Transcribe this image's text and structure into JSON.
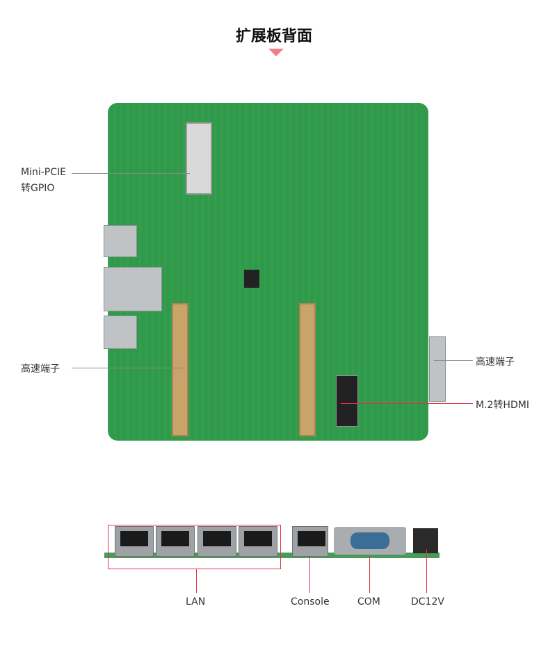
{
  "title": "扩展板背面",
  "colors": {
    "accent": "#ef7f86",
    "callout_line": "#e0344b",
    "board": "#2f9a4a"
  },
  "top_labels": {
    "mini_pcie_line1": "Mini-PCIE",
    "mini_pcie_line2": "转GPIO",
    "hs_left": "高速端子",
    "hs_right": "高速端子",
    "m2": "M.2转HDMI"
  },
  "bottom_labels": {
    "lan": "LAN",
    "console": "Console",
    "com": "COM",
    "dc": "DC12V"
  }
}
